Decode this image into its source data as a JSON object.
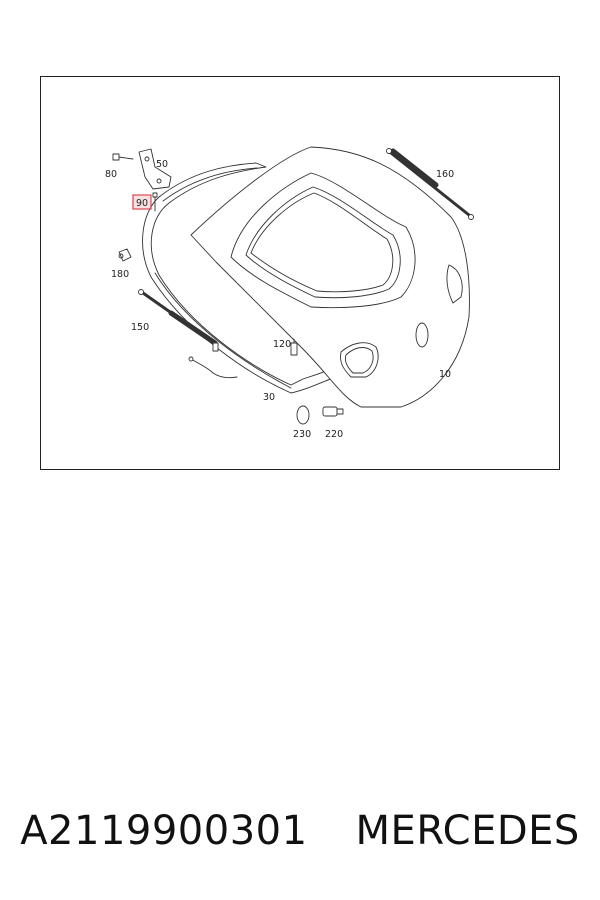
{
  "callouts": {
    "c10": "10",
    "c30": "30",
    "c50": "50",
    "c80": "80",
    "c90": "90",
    "c120": "120",
    "c150": "150",
    "c160": "160",
    "c180": "180",
    "c220": "220",
    "c230": "230"
  },
  "highlighted_callout": "90",
  "highlight_color": "#d9484f",
  "caption": {
    "part_number": "A2119900301",
    "brand": "MERCEDES"
  }
}
